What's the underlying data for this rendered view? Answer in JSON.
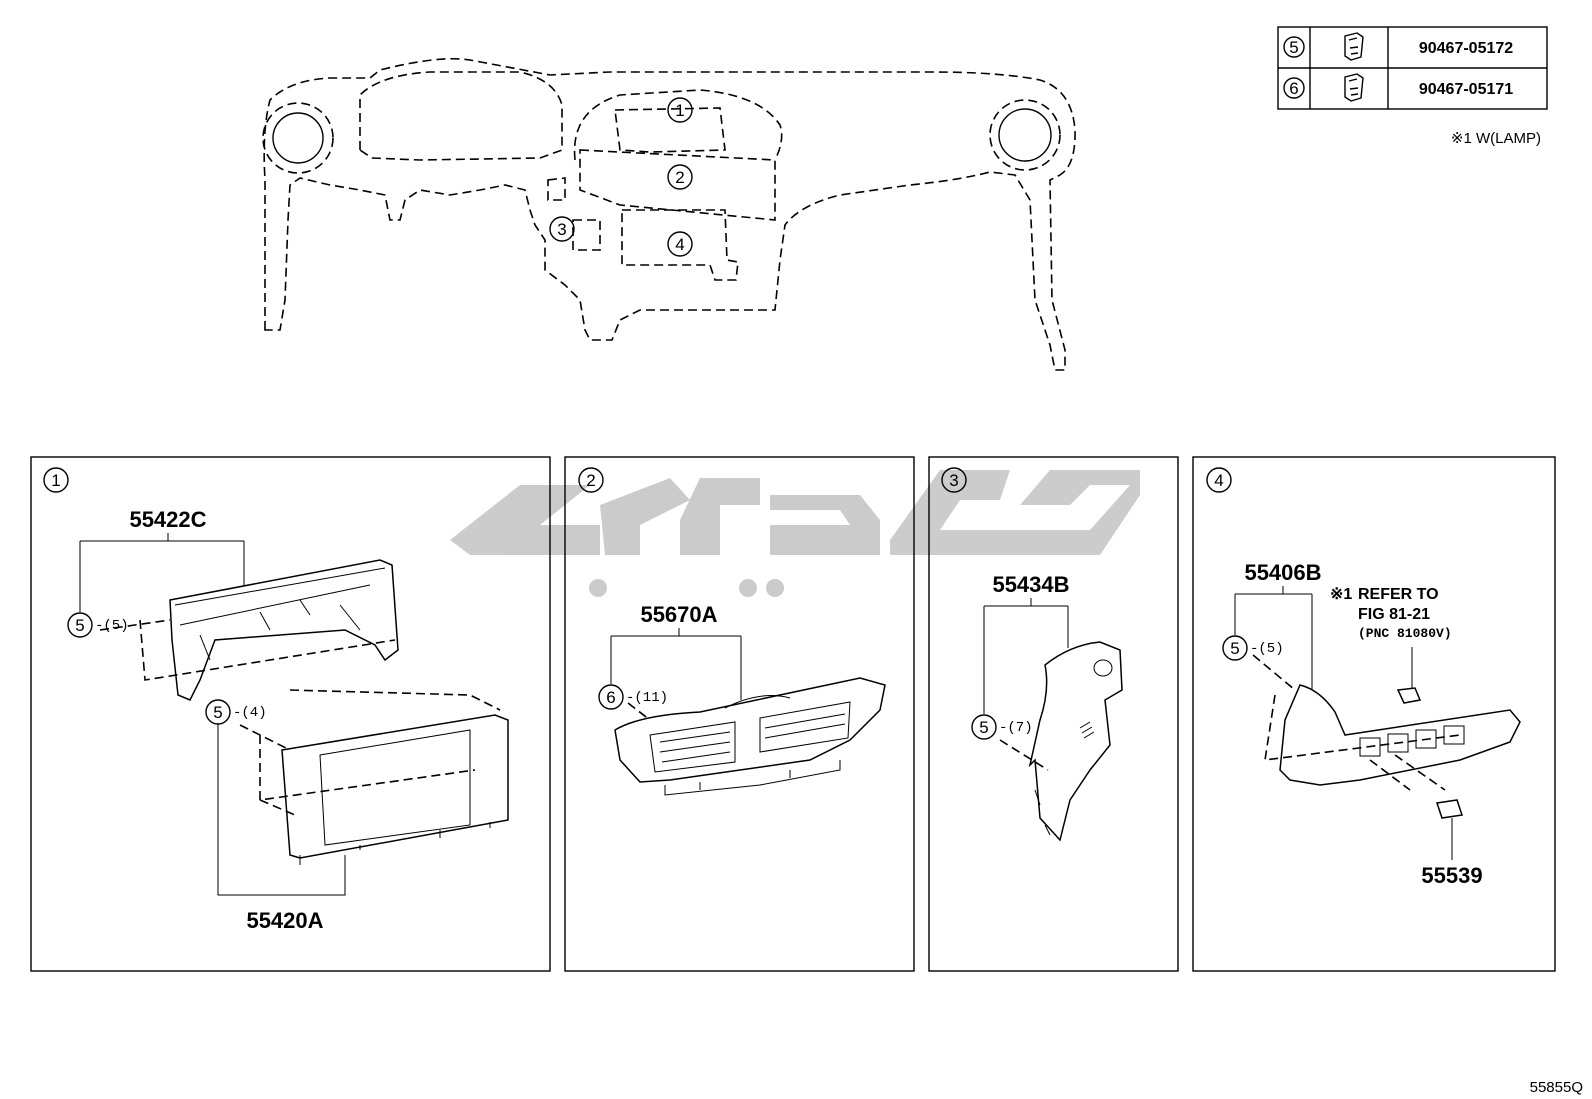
{
  "table": {
    "rows": [
      {
        "ref": "5",
        "part_no": "90467-05172"
      },
      {
        "ref": "6",
        "part_no": "90467-05171"
      }
    ],
    "note": "※1 W(LAMP)"
  },
  "overview": {
    "callouts": [
      "1",
      "2",
      "3",
      "4"
    ]
  },
  "panels": [
    {
      "id": "1",
      "parts": {
        "top": "55422C",
        "bottom": "55420A"
      },
      "fasteners": [
        {
          "ref": "5",
          "qty": "-(5)"
        },
        {
          "ref": "5",
          "qty": "-(4)"
        }
      ]
    },
    {
      "id": "2",
      "parts": {
        "top": "55670A"
      },
      "fasteners": [
        {
          "ref": "6",
          "qty": "-(11)"
        }
      ]
    },
    {
      "id": "3",
      "parts": {
        "top": "55434B"
      },
      "fasteners": [
        {
          "ref": "5",
          "qty": "-(7)"
        }
      ]
    },
    {
      "id": "4",
      "parts": {
        "top": "55406B",
        "bottom": "55539"
      },
      "fasteners": [
        {
          "ref": "5",
          "qty": "-(5)"
        }
      ],
      "reference": {
        "mark": "※1",
        "line1": "REFER TO",
        "line2": "FIG 81-21",
        "line3": "(PNC 81080V)"
      }
    }
  ],
  "diagram_code": "55855Q"
}
